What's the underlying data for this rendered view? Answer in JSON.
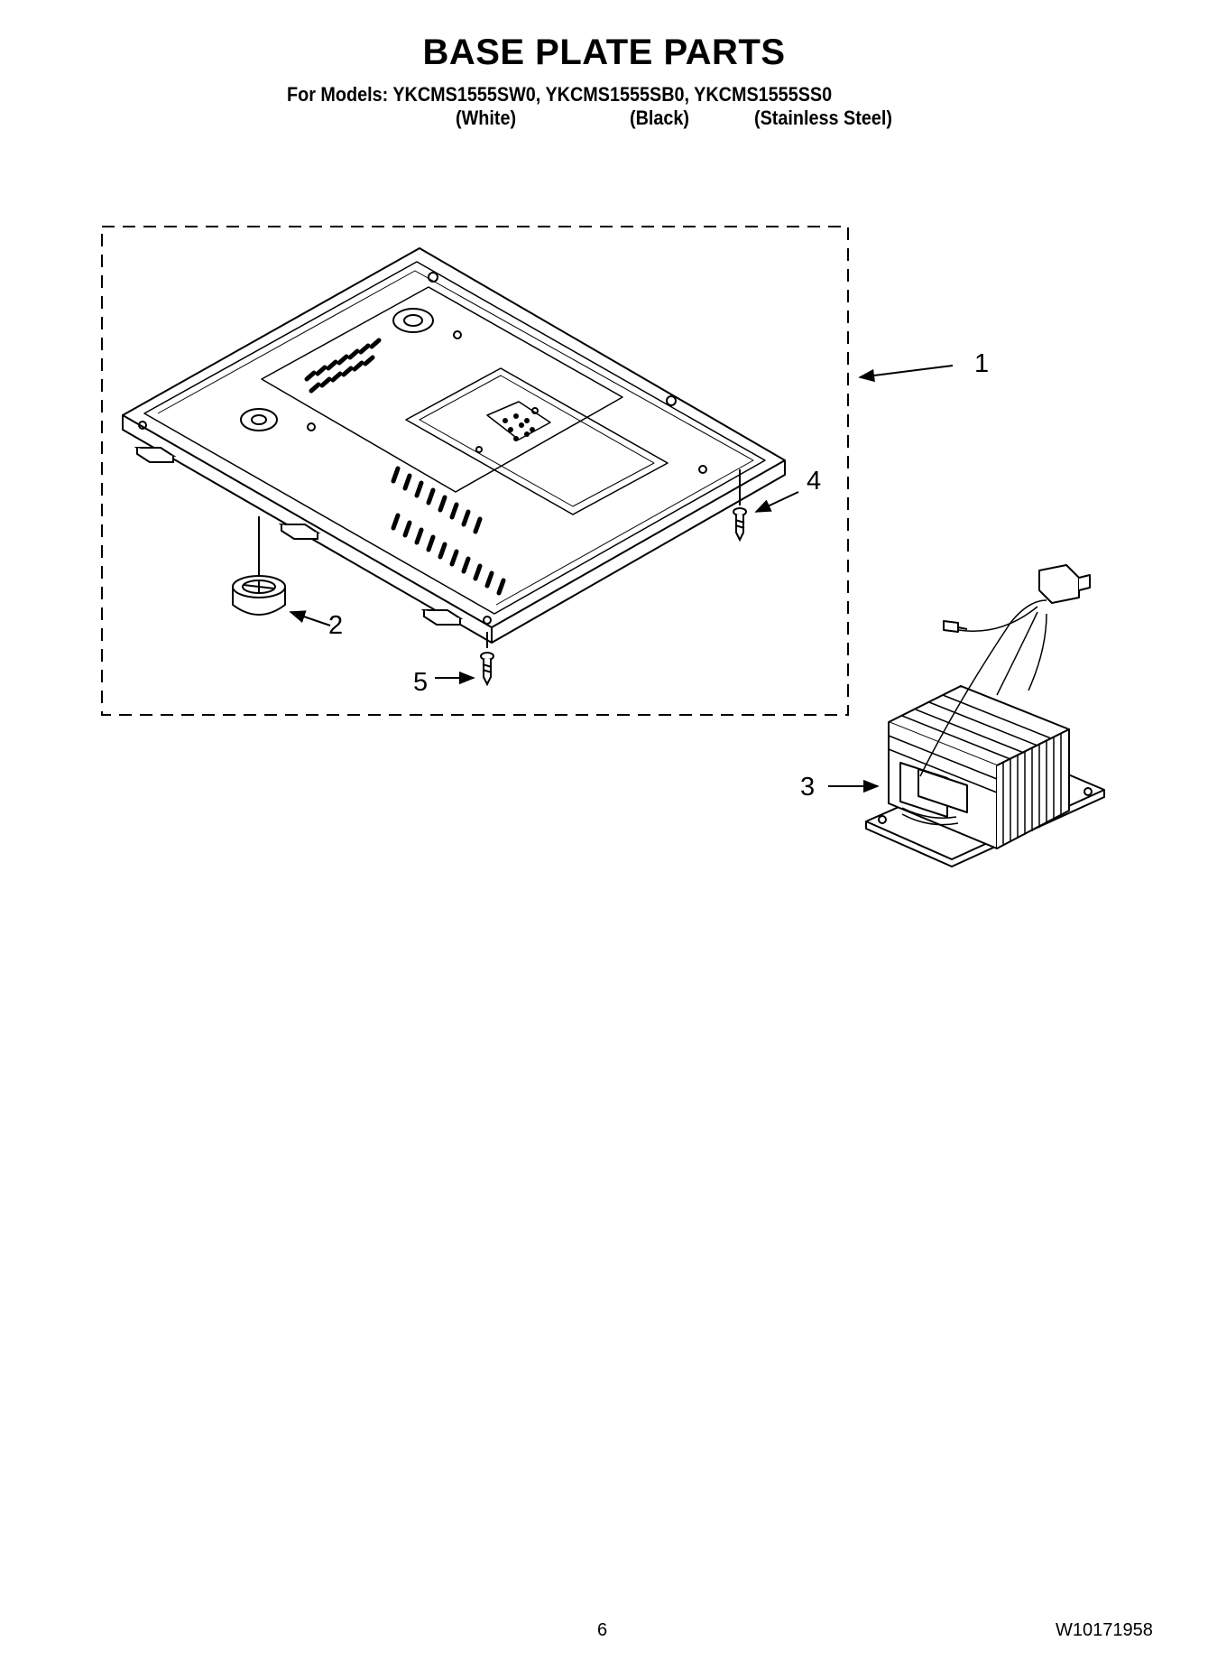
{
  "header": {
    "title": "BASE PLATE PARTS",
    "models_line": "For Models: YKCMS1555SW0, YKCMS1555SB0, YKCMS1555SS0",
    "finishes": [
      "(White)",
      "(Black)",
      "(Stainless Steel)"
    ]
  },
  "callouts": [
    "1",
    "2",
    "3",
    "4",
    "5"
  ],
  "footer": {
    "page_number": "6",
    "document_number": "W10171958"
  }
}
